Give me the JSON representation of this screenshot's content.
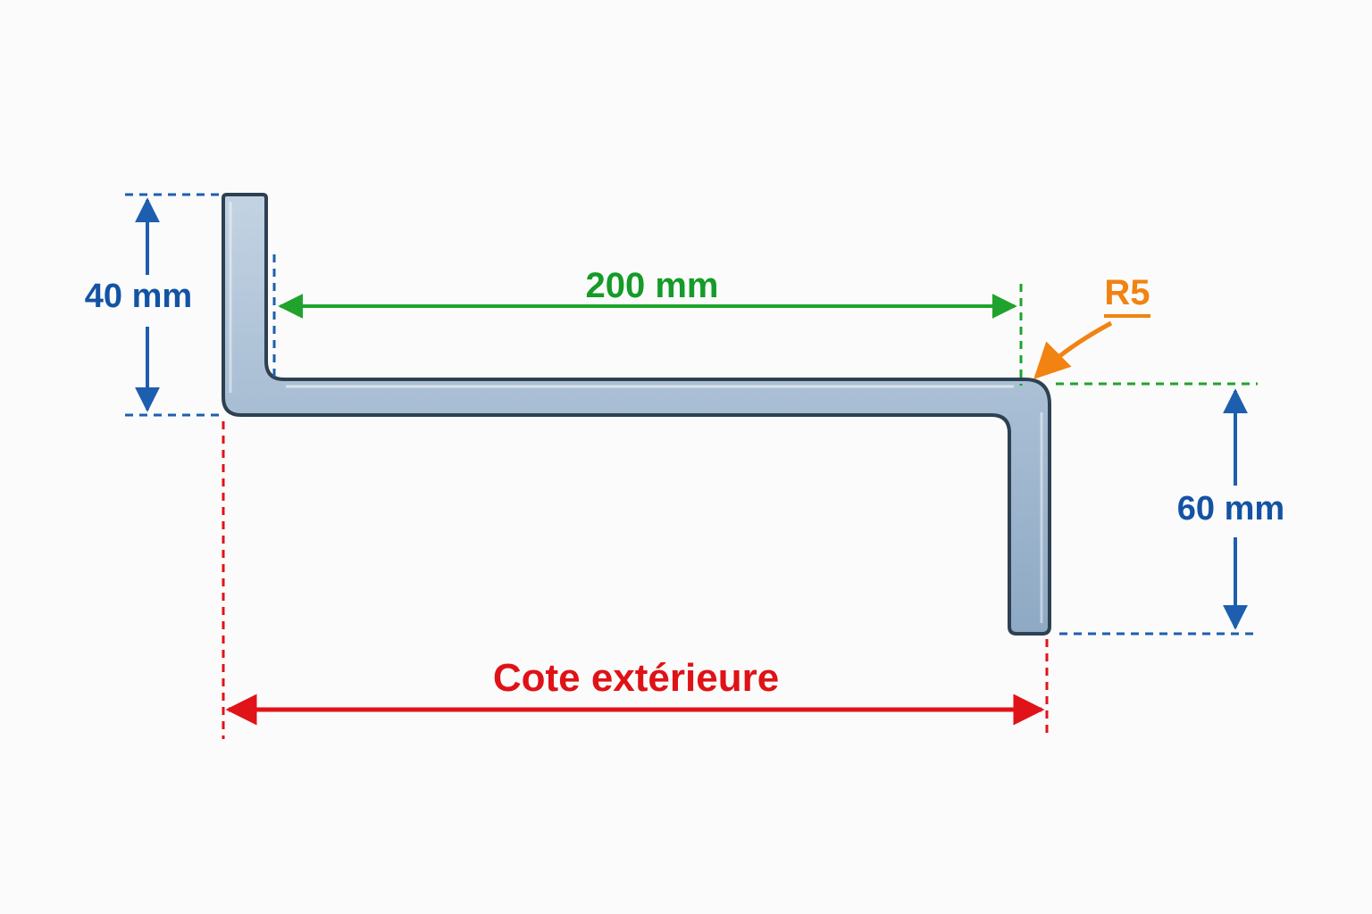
{
  "diagram": {
    "type": "sheet-metal-bend-profile",
    "part": {
      "name": "z-bracket-profile",
      "fill_top": "#bfd0e1",
      "fill_bottom": "#8ea9c4",
      "outline": "#2e4152"
    },
    "dimensions": {
      "left_height": {
        "label": "40 mm",
        "value_mm": 40,
        "color": "#1d5fae"
      },
      "top_width": {
        "label": "200 mm",
        "value_mm": 200,
        "color": "#1fa32c"
      },
      "bend_radius": {
        "label": "R5",
        "value_mm": 5,
        "color": "#f28211"
      },
      "right_height": {
        "label": "60 mm",
        "value_mm": 60,
        "color": "#1d5fae"
      },
      "outer_width": {
        "label": "Cote extérieure",
        "color": "#e01318"
      }
    },
    "background": "#fbfbfb"
  }
}
